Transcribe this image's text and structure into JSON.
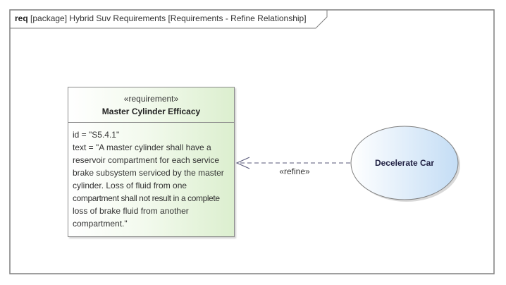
{
  "frame": {
    "keyword": "req",
    "title": "[package] Hybrid Suv Requirements [Requirements - Refine Relationship]"
  },
  "requirement": {
    "stereotype": "«requirement»",
    "name": "Master Cylinder Efficacy",
    "body_lines": [
      "id = \"S5.4.1\"",
      "text = \"A master cylinder shall have a",
      "reservoir compartment for each service",
      "brake subsystem serviced by the master",
      "cylinder. Loss of fluid from one",
      "compartment shall not result in a complete",
      "loss of brake fluid from another",
      "compartment.\""
    ]
  },
  "use_case": {
    "name": "Decelerate Car"
  },
  "relationship": {
    "label": "«refine»"
  },
  "colors": {
    "requirement_fill": "#dcefcf",
    "use_case_fill": "#cde4f7",
    "frame_border": "#7f7f7f",
    "edge": "#555577"
  }
}
